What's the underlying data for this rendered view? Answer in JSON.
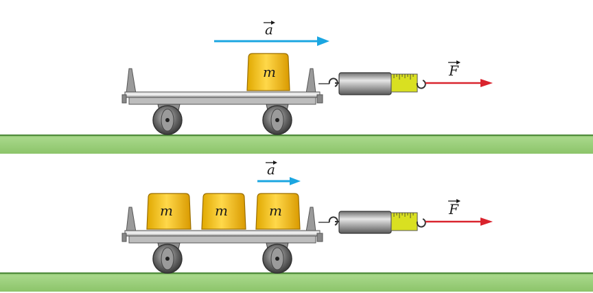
{
  "panels": [
    {
      "accel_label": "a",
      "force_label": "F",
      "masses": [
        "m"
      ]
    },
    {
      "accel_label": "a",
      "force_label": "F",
      "masses": [
        "m",
        "m",
        "m"
      ]
    }
  ],
  "colors": {
    "ground": "#9ccf73",
    "ground_edge": "#4e8a3a",
    "accel_arrow": "#1ba6e1",
    "force_arrow": "#d9232d",
    "mass_block": "#f2c21e",
    "spring_scale_body": "#9a9a9a",
    "scale_ruler": "#d9e021"
  }
}
